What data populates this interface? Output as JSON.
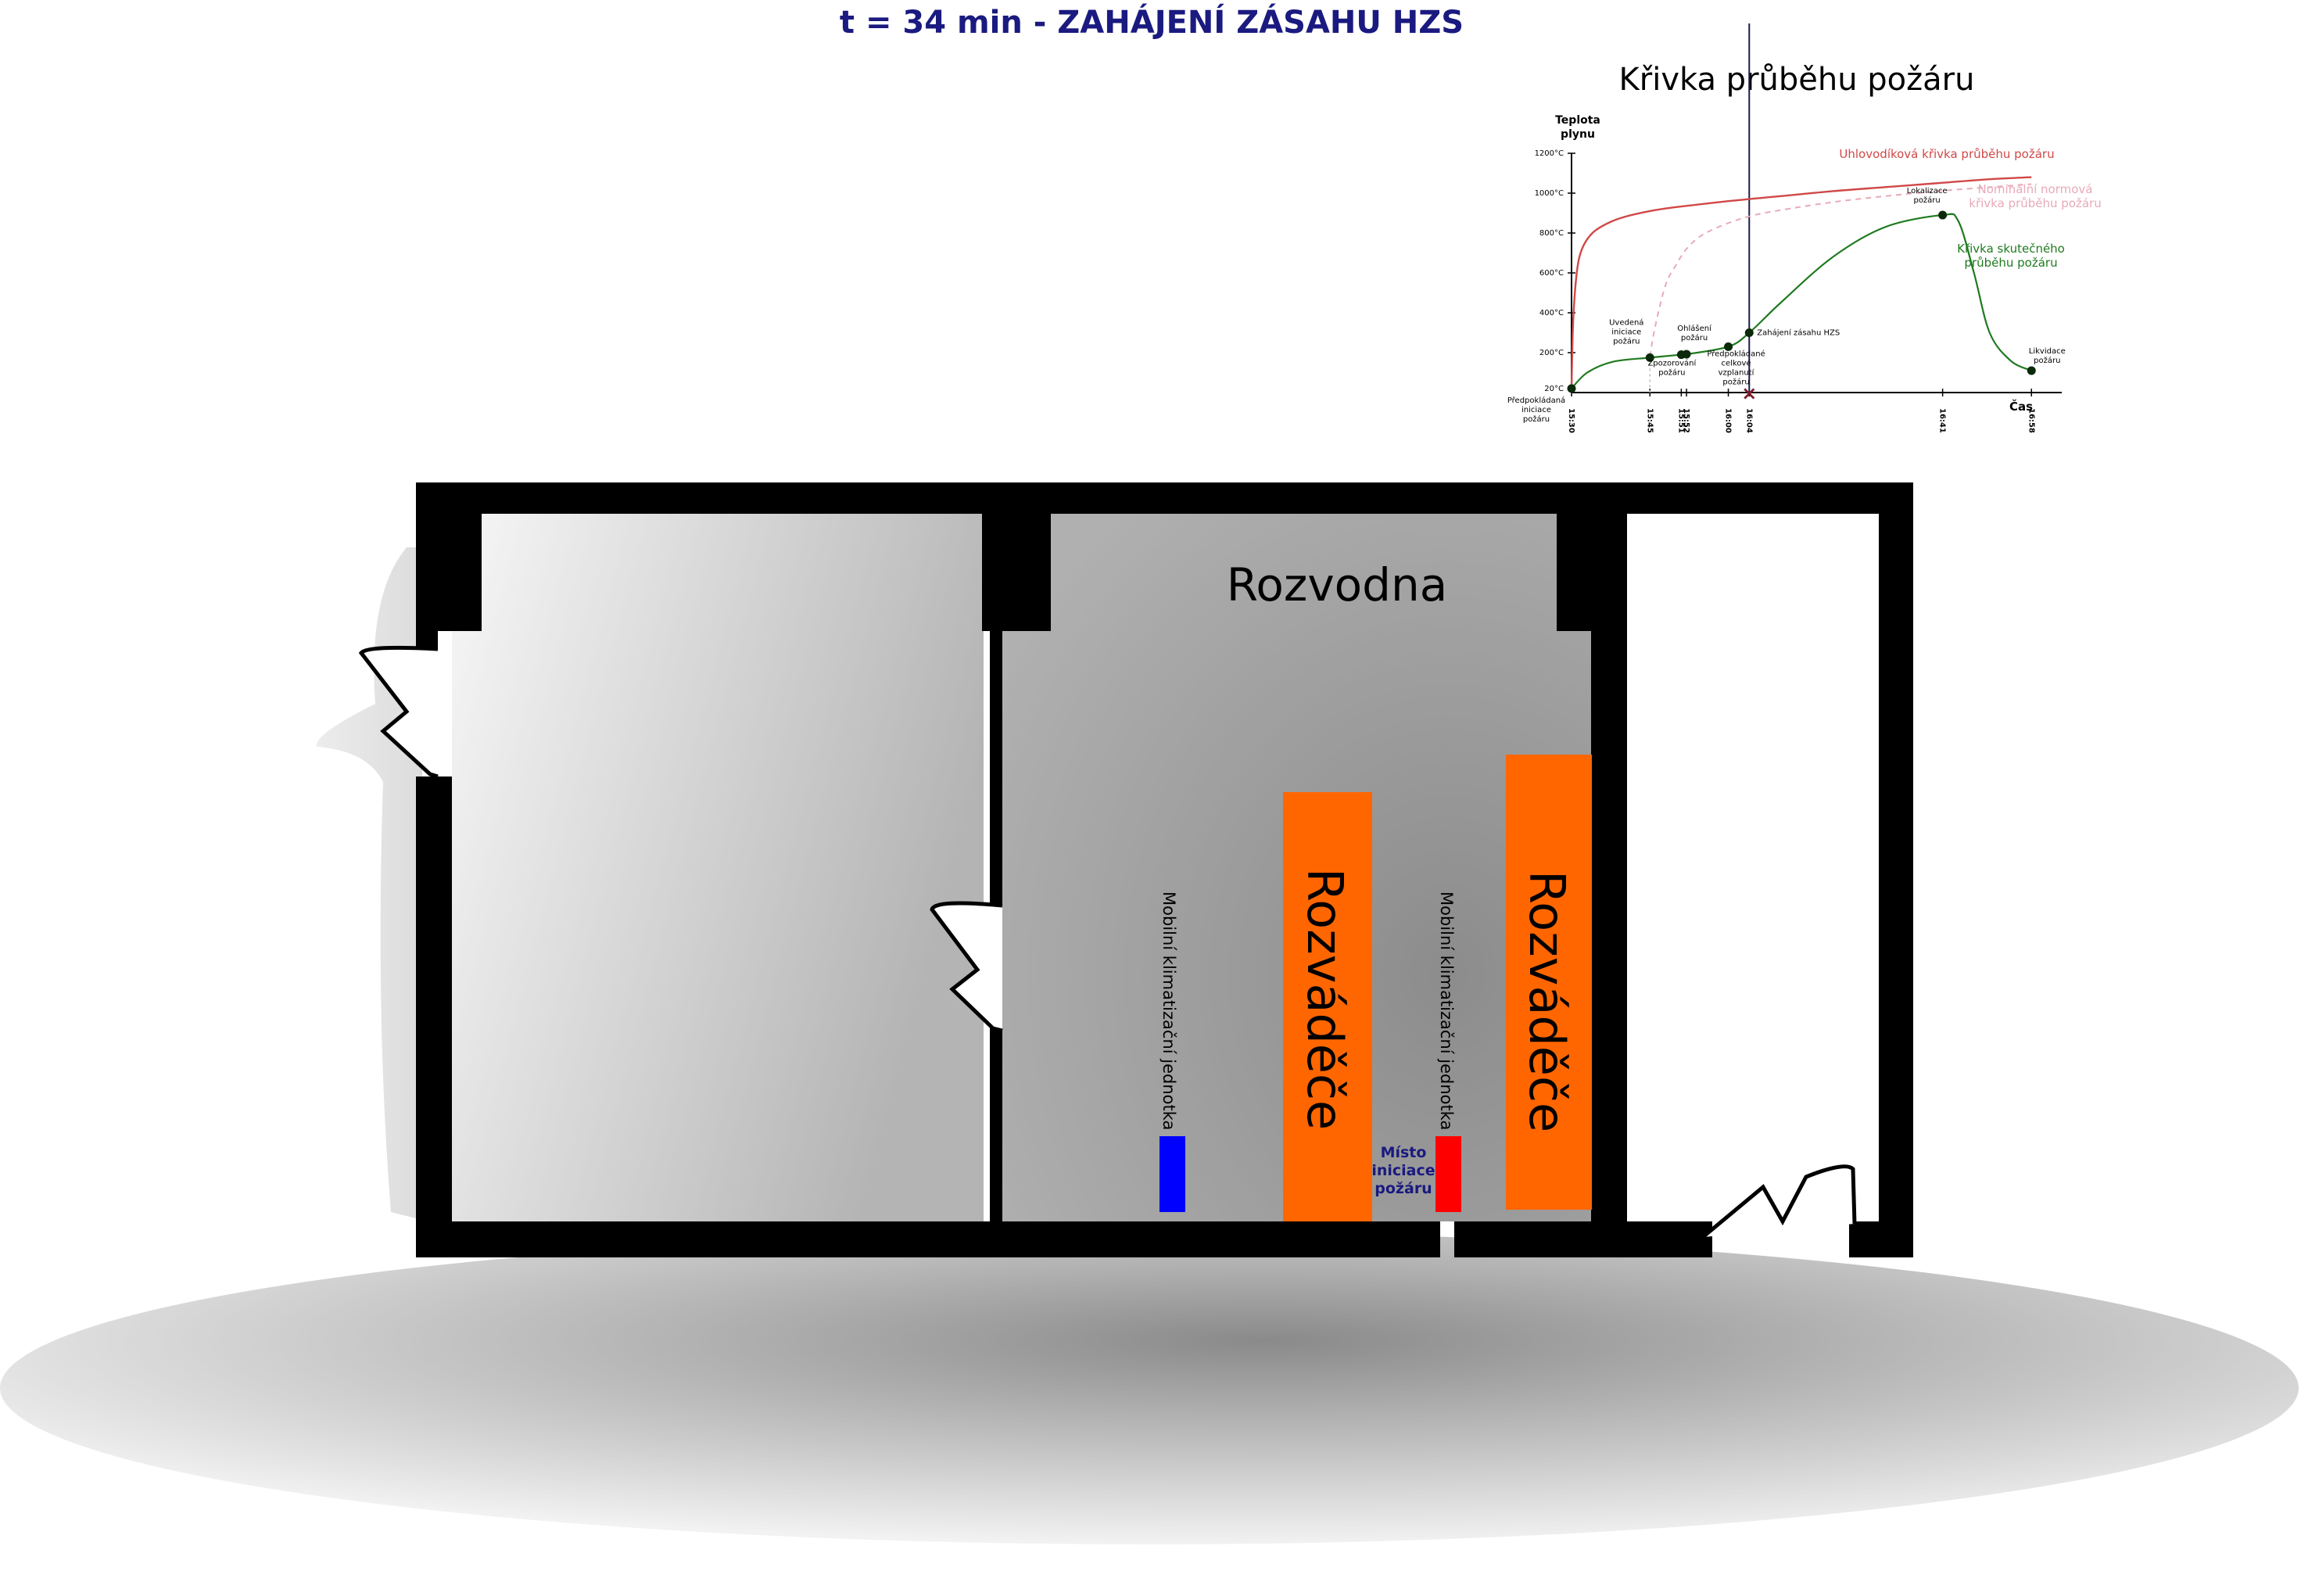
{
  "header": {
    "title": "t = 34 min -  ZAHÁJENÍ ZÁSAHU HZS"
  },
  "colors": {
    "title": "#1a1a80",
    "wall": "#000000",
    "switchboard": "#ff6600",
    "ac_unit": "#0000ff",
    "ignition": "#ff0000",
    "carbon_curve": "#d04848",
    "nominal_curve": "#e8aab8",
    "actual_curve": "#1f7a1f"
  },
  "floorplan": {
    "room_label": "Rozvodna",
    "switchboard_label_1": "Rozváděče",
    "switchboard_label_2": "Rozváděče",
    "ac_unit_label_1": "Mobilní klimatizační jednotka",
    "ac_unit_label_2": "Mobilní klimatizační jednotka",
    "ignition_label": [
      "Místo",
      "iniciace",
      "požáru"
    ]
  },
  "chart_data": {
    "type": "line",
    "title": "Křivka průběhu požáru",
    "ylabel": [
      "Teplota",
      "plynu"
    ],
    "xlabel": "Čas",
    "y_ticks": [
      {
        "value": 20,
        "label": "20°C"
      },
      {
        "value": 200,
        "label": "200°C"
      },
      {
        "value": 400,
        "label": "400°C"
      },
      {
        "value": 600,
        "label": "600°C"
      },
      {
        "value": 800,
        "label": "800°C"
      },
      {
        "value": 1000,
        "label": "1000°C"
      },
      {
        "value": 1200,
        "label": "1200°C"
      }
    ],
    "x_ticks": [
      {
        "minute": 0,
        "label": "15:30"
      },
      {
        "minute": 15,
        "label": "15:45"
      },
      {
        "minute": 21,
        "label": "15:51"
      },
      {
        "minute": 22,
        "label": "15:52"
      },
      {
        "minute": 30,
        "label": "16:00"
      },
      {
        "minute": 34,
        "label": "16:04"
      },
      {
        "minute": 71,
        "label": "16:41"
      },
      {
        "minute": 88,
        "label": "16:58"
      }
    ],
    "xlim": [
      0,
      92
    ],
    "ylim": [
      0,
      1200
    ],
    "current_time_minute": 34,
    "series": [
      {
        "name": "Uhlovodíková křivka průběhu požáru",
        "style": "solid",
        "x": [
          0,
          0.3,
          1,
          2,
          4,
          7,
          10,
          15,
          20,
          30,
          40,
          50,
          60,
          70,
          80,
          88
        ],
        "y": [
          20,
          350,
          600,
          720,
          800,
          850,
          880,
          910,
          930,
          960,
          985,
          1010,
          1030,
          1050,
          1070,
          1080
        ]
      },
      {
        "name": "Nominální normová křivka průběhu požáru",
        "style": "dashed",
        "x": [
          15,
          16,
          18,
          20,
          22,
          25,
          30,
          35,
          40,
          50,
          60,
          70,
          80,
          88
        ],
        "y": [
          180,
          330,
          540,
          640,
          720,
          790,
          850,
          890,
          915,
          955,
          985,
          1010,
          1030,
          1045
        ]
      },
      {
        "name": "Křivka skutečného průběhu požáru",
        "style": "solid",
        "x": [
          0,
          3,
          8,
          15,
          21,
          22,
          30,
          34,
          40,
          50,
          60,
          71,
          74,
          77,
          80,
          84,
          88
        ],
        "y": [
          20,
          100,
          155,
          175,
          190,
          192,
          230,
          300,
          450,
          680,
          830,
          890,
          860,
          600,
          300,
          160,
          110
        ]
      }
    ],
    "events": [
      {
        "label": [
          "Předpokládaná",
          "iniciace",
          "požáru"
        ],
        "minute": 0,
        "value": 20
      },
      {
        "label": [
          "Uvedená",
          "iniciace",
          "požáru"
        ],
        "minute": 15,
        "value": 175
      },
      {
        "label": [
          "Zpozorování",
          "požáru"
        ],
        "minute": 21,
        "value": 190
      },
      {
        "label": [
          "Ohlášení",
          "požáru"
        ],
        "minute": 22,
        "value": 192
      },
      {
        "label": [
          "Předpokládané",
          "celkové",
          "vzplanutí",
          "požáru"
        ],
        "minute": 30,
        "value": 230
      },
      {
        "label": [
          "Zahájení zásahu HZS"
        ],
        "minute": 34,
        "value": 300
      },
      {
        "label": [
          "Lokalizace",
          "požáru"
        ],
        "minute": 71,
        "value": 890
      },
      {
        "label": [
          "Likvidace",
          "požáru"
        ],
        "minute": 88,
        "value": 110
      }
    ],
    "curve_labels": [
      [
        "Uhlovodíková křivka průběhu požáru"
      ],
      [
        "Nominální normová",
        "křivka průběhu požáru"
      ],
      [
        "Křivka skutečného",
        "průběhu požáru"
      ]
    ],
    "current_marker": "×"
  }
}
